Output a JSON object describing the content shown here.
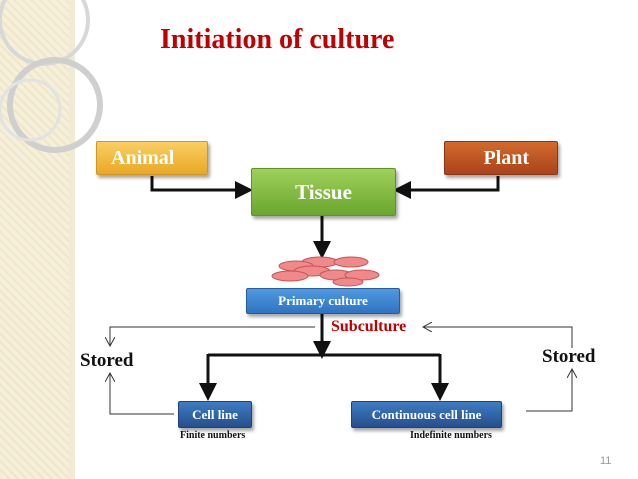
{
  "title": "Initiation of culture",
  "nodes": {
    "animal": "Animal",
    "plant": "Plant",
    "tissue": "Tissue",
    "primary_culture": "Primary culture",
    "cell_line": "Cell line",
    "continuous_cell_line": "Continuous cell line"
  },
  "labels": {
    "subculture": "Subculture",
    "stored_left": "Stored",
    "stored_right": "Stored",
    "finite": "Finite numbers",
    "indefinite": "Indefinite numbers"
  },
  "page_number": "11",
  "colors": {
    "title": "#c00000",
    "animal": "#f0b43a",
    "plant": "#b8501f",
    "tissue": "#7fb83e",
    "primary_culture": "#3f86d6",
    "cell_line": "#2f5fa5",
    "cells": "#f08080"
  }
}
